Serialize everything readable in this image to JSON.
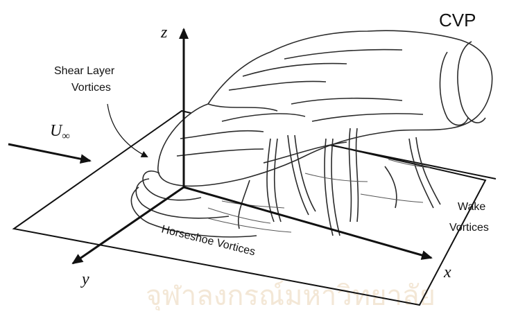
{
  "labels": {
    "cvp": "CVP",
    "z_axis": "z",
    "x_axis": "x",
    "y_axis": "y",
    "freestream_symbol": "U",
    "freestream_subscript": "∞",
    "shear_layer_line1": "Shear Layer",
    "shear_layer_line2": "Vortices",
    "wake_line1": "Wake",
    "wake_line2": "Vortices",
    "horseshoe": "Horseshoe Vortices"
  },
  "watermark": "จุฬาลงกรณ์มหาวิทยาลัย",
  "colors": {
    "ink": "#111111",
    "sketch": "#2a2a2a",
    "watermark": "#f3e7d6",
    "background": "#ffffff"
  }
}
